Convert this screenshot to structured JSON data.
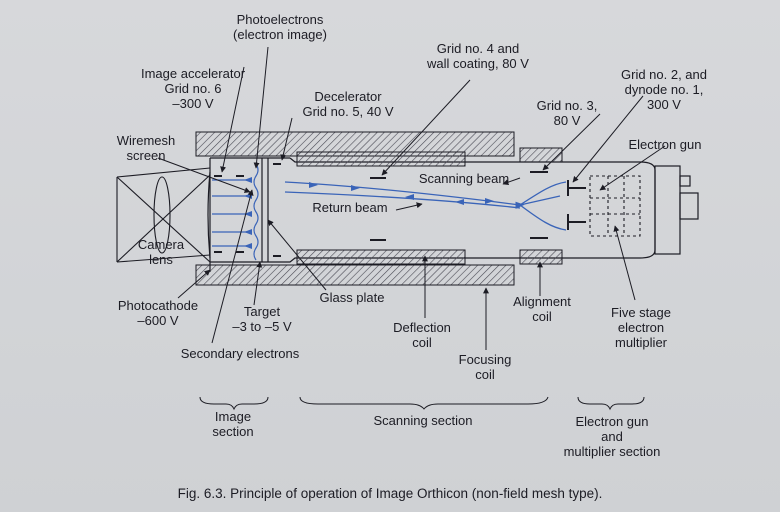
{
  "labels": {
    "photoelectrons": [
      "Photoelectrons",
      "(electron image)"
    ],
    "image_accelerator": [
      "Image accelerator",
      "Grid no. 6",
      "–300 V"
    ],
    "grid4": [
      "Grid no. 4 and",
      "wall coating, 80 V"
    ],
    "grid2": [
      "Grid no. 2, and",
      "dynode no. 1,",
      "300 V"
    ],
    "decelerator": [
      "Decelerator",
      "Grid no. 5, 40 V"
    ],
    "grid3": [
      "Grid no. 3,",
      "80 V"
    ],
    "wiremesh": [
      "Wiremesh",
      "screen"
    ],
    "electron_gun": [
      "Electron gun"
    ],
    "scanning_beam": [
      "Scanning beam"
    ],
    "return_beam": [
      "Return beam"
    ],
    "camera_lens": [
      "Camera",
      "lens"
    ],
    "photocathode": [
      "Photocathode",
      "–600 V"
    ],
    "target": [
      "Target",
      "–3 to –5 V"
    ],
    "glass_plate": [
      "Glass plate"
    ],
    "alignment_coil": [
      "Alignment",
      "coil"
    ],
    "five_stage": [
      "Five stage",
      "electron",
      "multiplier"
    ],
    "deflection_coil": [
      "Deflection",
      "coil"
    ],
    "secondary_electrons": [
      "Secondary electrons"
    ],
    "focusing_coil": [
      "Focusing",
      "coil"
    ],
    "image_section": [
      "Image",
      "section"
    ],
    "scanning_section": [
      "Scanning section"
    ],
    "gun_section": [
      "Electron gun",
      "and",
      "multiplier section"
    ]
  },
  "caption": "Fig. 6.3. Principle of operation of Image Orthicon (non-field mesh type).",
  "colors": {
    "ink": "#1c1c24",
    "beam": "#3a64b8",
    "hatch": "#4a4a55"
  }
}
